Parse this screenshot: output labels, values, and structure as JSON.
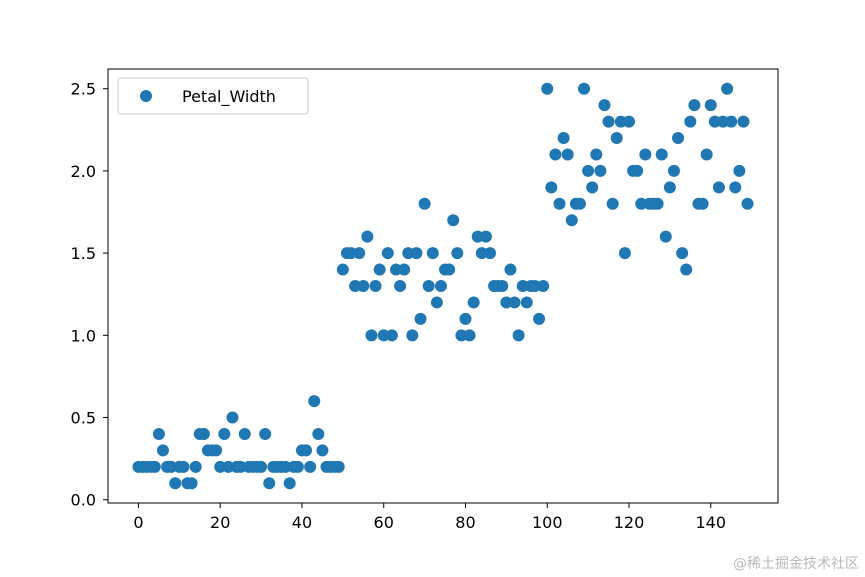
{
  "chart_data": {
    "type": "scatter",
    "title": "",
    "xlabel": "",
    "ylabel": "",
    "xlim": [
      -7.45,
      156.45
    ],
    "ylim": [
      -0.02,
      2.62
    ],
    "xticks": [
      0,
      20,
      40,
      60,
      80,
      100,
      120,
      140
    ],
    "yticks": [
      0.0,
      0.5,
      1.0,
      1.5,
      2.0,
      2.5
    ],
    "ytick_labels": [
      "0.0",
      "0.5",
      "1.0",
      "1.5",
      "2.0",
      "2.5"
    ],
    "legend": {
      "position": "top-left",
      "entries": [
        "Petal_Width"
      ]
    },
    "grid": false,
    "color": "#1f77b4",
    "series": [
      {
        "name": "Petal_Width",
        "y": [
          0.2,
          0.2,
          0.2,
          0.2,
          0.2,
          0.4,
          0.3,
          0.2,
          0.2,
          0.1,
          0.2,
          0.2,
          0.1,
          0.1,
          0.2,
          0.4,
          0.4,
          0.3,
          0.3,
          0.3,
          0.2,
          0.4,
          0.2,
          0.5,
          0.2,
          0.2,
          0.4,
          0.2,
          0.2,
          0.2,
          0.2,
          0.4,
          0.1,
          0.2,
          0.2,
          0.2,
          0.2,
          0.1,
          0.2,
          0.2,
          0.3,
          0.3,
          0.2,
          0.6,
          0.4,
          0.3,
          0.2,
          0.2,
          0.2,
          0.2,
          1.4,
          1.5,
          1.5,
          1.3,
          1.5,
          1.3,
          1.6,
          1.0,
          1.3,
          1.4,
          1.0,
          1.5,
          1.0,
          1.4,
          1.3,
          1.4,
          1.5,
          1.0,
          1.5,
          1.1,
          1.8,
          1.3,
          1.5,
          1.2,
          1.3,
          1.4,
          1.4,
          1.7,
          1.5,
          1.0,
          1.1,
          1.0,
          1.2,
          1.6,
          1.5,
          1.6,
          1.5,
          1.3,
          1.3,
          1.3,
          1.2,
          1.4,
          1.2,
          1.0,
          1.3,
          1.2,
          1.3,
          1.3,
          1.1,
          1.3,
          2.5,
          1.9,
          2.1,
          1.8,
          2.2,
          2.1,
          1.7,
          1.8,
          1.8,
          2.5,
          2.0,
          1.9,
          2.1,
          2.0,
          2.4,
          2.3,
          1.8,
          2.2,
          2.3,
          1.5,
          2.3,
          2.0,
          2.0,
          1.8,
          2.1,
          1.8,
          1.8,
          1.8,
          2.1,
          1.6,
          1.9,
          2.0,
          2.2,
          1.5,
          1.4,
          2.3,
          2.4,
          1.8,
          1.8,
          2.1,
          2.4,
          2.3,
          1.9,
          2.3,
          2.5,
          2.3,
          1.9,
          2.0,
          2.3,
          1.8
        ]
      }
    ]
  },
  "watermark": "@稀土掘金技术社区"
}
